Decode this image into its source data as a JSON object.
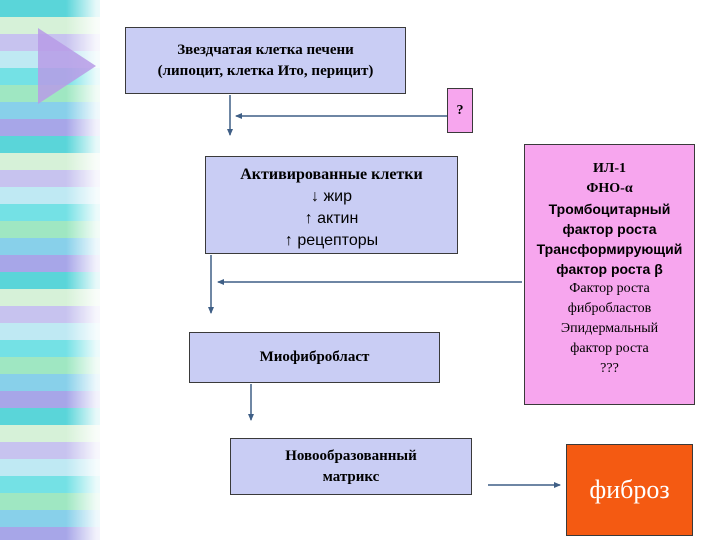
{
  "decor": {
    "tile_colors": [
      "#5ad5d9",
      "#9fe7c2",
      "#c7c3ef",
      "#a7a6e8",
      "#74e1e5",
      "#d6f1d8",
      "#88d0ea",
      "#bfe9f3"
    ],
    "triangle_color": "#b79be6"
  },
  "nodes": {
    "stellate": {
      "line1": "Звездчатая клетка печени",
      "line2": "(липоцит, клетка Ито, перицит)"
    },
    "question": "?",
    "activated": {
      "title": "Активированные клетки",
      "lines": [
        "↓ жир",
        "↑ актин",
        "↑ рецепторы"
      ]
    },
    "myofibroblast": "Миофибробласт",
    "matrix": {
      "line1": "Новообразованный",
      "line2": "матрикс"
    },
    "factors": [
      "ИЛ-1",
      "ФНО-α",
      "Тромбоцитарный",
      "фактор роста",
      "Трансформирующий",
      "фактор роста β",
      "Фактор роста",
      "фибробластов",
      "Эпидермальный",
      "фактор роста",
      "???"
    ],
    "fibrosis": "фиброз"
  },
  "colors": {
    "blue_box": "#c9cdf4",
    "pink_box": "#f7a6ee",
    "orange_box": "#f45a12",
    "arrow": "#3f5f86"
  }
}
